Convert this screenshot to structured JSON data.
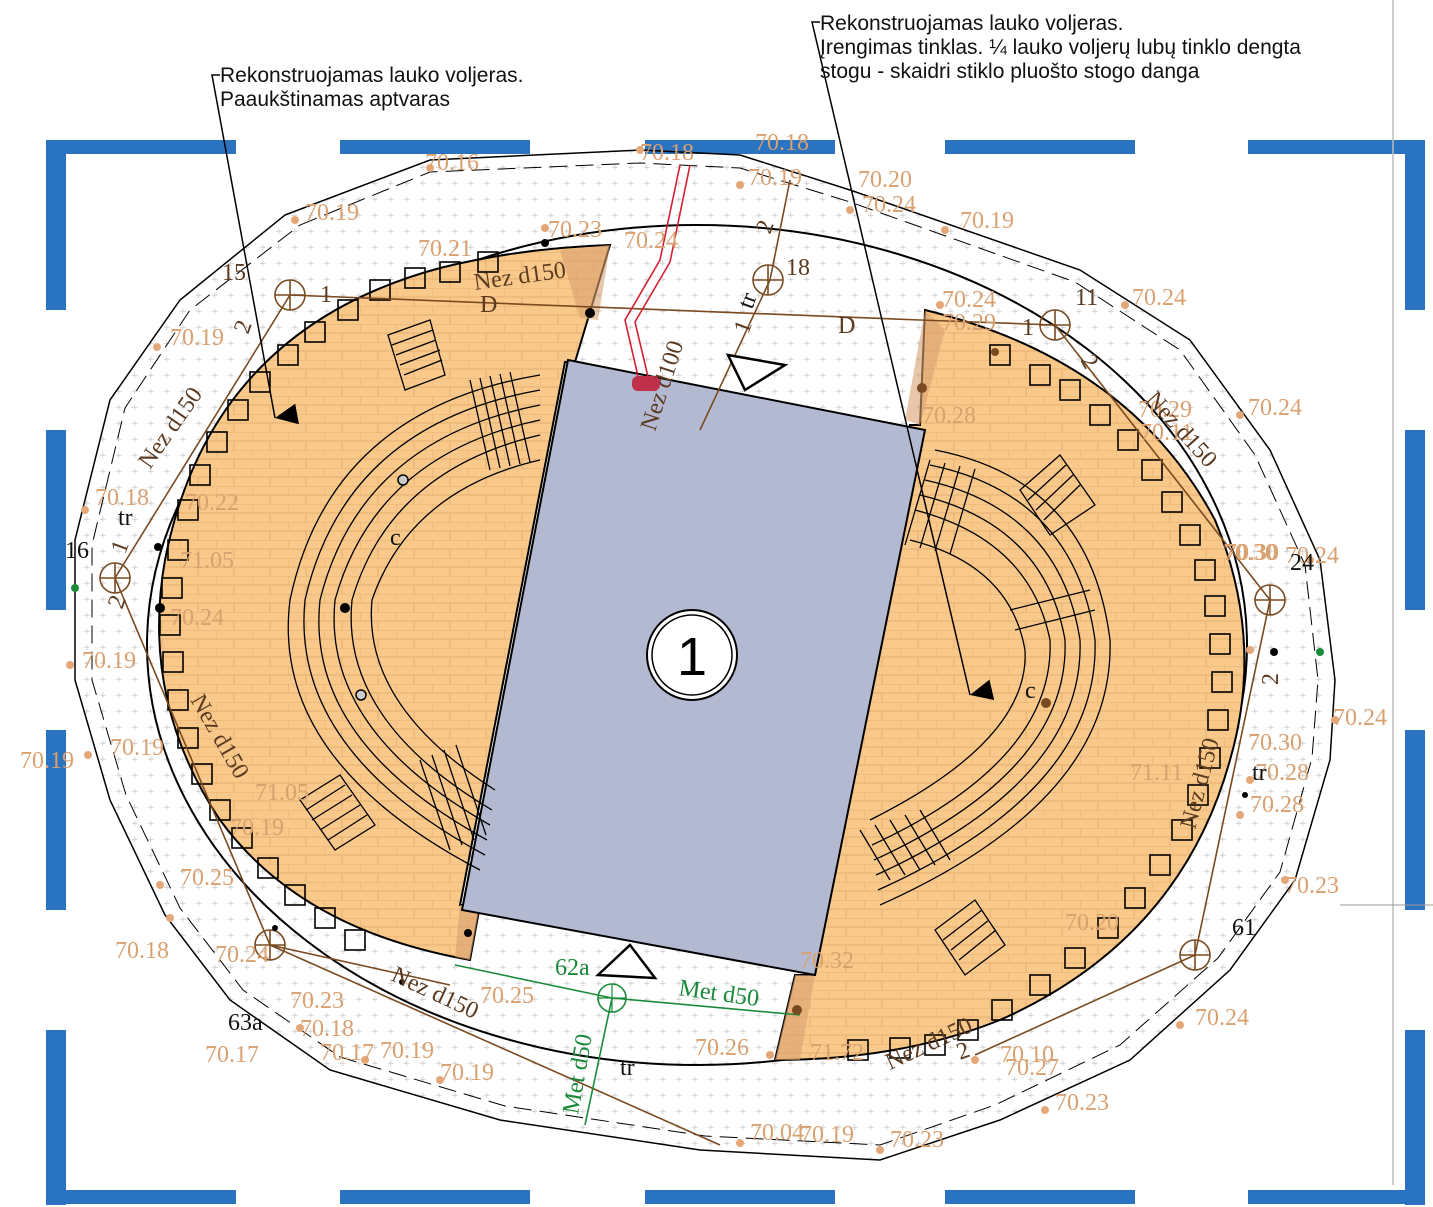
{
  "callouts": {
    "left": [
      "Rekonstruojamas lauko voljeras.",
      "Paaukštinamas aptvaras"
    ],
    "right": [
      "Rekonstruojamas lauko voljeras.",
      "Įrengimas tinklas. ¼ lauko voljerų lubų tinklo dengta",
      "stogu - skaidri stiklo pluošto stogo danga"
    ]
  },
  "building_number": "1",
  "pipe_labels": {
    "nez_d150": "Nez d150",
    "nez_d100": "Nez d100",
    "met_d50": "Met d50",
    "d": "D",
    "tr": "tr",
    "c": "c"
  },
  "node_labels": [
    "15",
    "18",
    "11",
    "16",
    "24",
    "61",
    "63a",
    "62a",
    "1",
    "2"
  ],
  "elevations": [
    "70.18",
    "70.16",
    "70.18",
    "70.19",
    "70.19",
    "70.20",
    "70.19",
    "70.24",
    "70.23",
    "70.24",
    "70.21",
    "70.24",
    "70.29",
    "70.24",
    "70.28",
    "70.29",
    "70.11",
    "70.24",
    "70.19",
    "70.18",
    "70.22",
    "71.05",
    "70.24",
    "70.19",
    "70.19",
    "70.19",
    "70.25",
    "71.05",
    "70.19",
    "70.18",
    "70.24",
    "70.30",
    "70.30",
    "71.11",
    "70.28",
    "70.28",
    "70.30",
    "70.24",
    "70.23",
    "70.20",
    "70.32",
    "70.24",
    "70.10",
    "70.27",
    "70.23",
    "70.26",
    "71.72",
    "70.17",
    "70.18",
    "70.23",
    "70.19",
    "70.19",
    "70.25",
    "70.04",
    "70.19",
    "70.23",
    "70.17",
    "70.24"
  ],
  "colors": {
    "frame": "#2a73c0",
    "paving": "#f8c98a",
    "building": "#b4b9d2",
    "elevation": "#d9a070",
    "utility_brown": "#7a4a20",
    "water_green": "#1a8a3a",
    "gas_red": "#d42030"
  }
}
